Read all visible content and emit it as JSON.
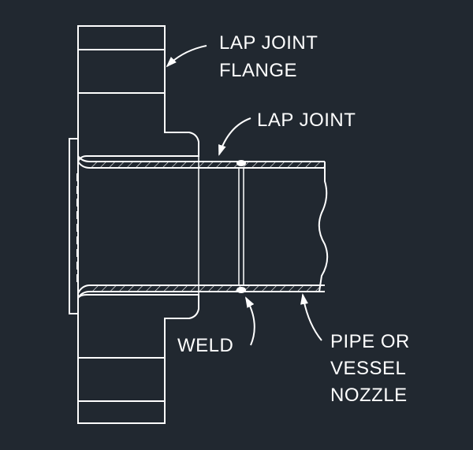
{
  "colors": {
    "background": "#212830",
    "line": "#ffffff"
  },
  "labels": {
    "lap_joint_flange": [
      "LAP JOINT",
      "FLANGE"
    ],
    "lap_joint": "LAP JOINT",
    "weld": "WELD",
    "pipe_or_vessel_nozzle": [
      "PIPE OR",
      "VESSEL",
      "NOZZLE"
    ]
  }
}
